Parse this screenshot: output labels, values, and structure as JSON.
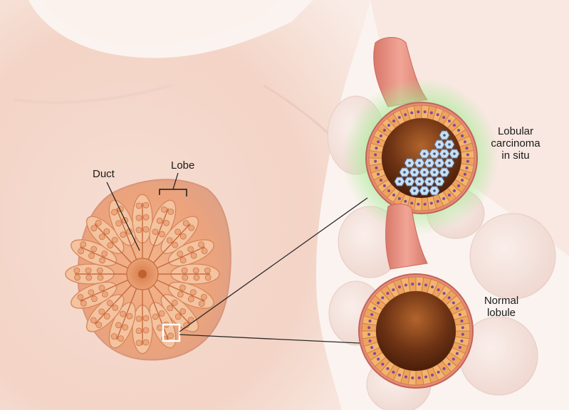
{
  "labels": {
    "duct": "Duct",
    "lobe": "Lobe",
    "lcis_line1": "Lobular",
    "lcis_line2": "carcinoma",
    "lcis_line3": "in situ",
    "normal_line1": "Normal",
    "normal_line2": "lobule"
  },
  "colors": {
    "skin_light": "#f7e9e2",
    "skin_mid": "#efd3c6",
    "breast_tissue": "#e59a6f",
    "duct_outer": "#e98b7e",
    "epithelial_orange": "#f0a95a",
    "lumen_dark": "#5a2a12",
    "cancer_cells": "#bcd6ec",
    "glow_green": "#9ee68f",
    "leader_line": "#2a2a2a"
  }
}
